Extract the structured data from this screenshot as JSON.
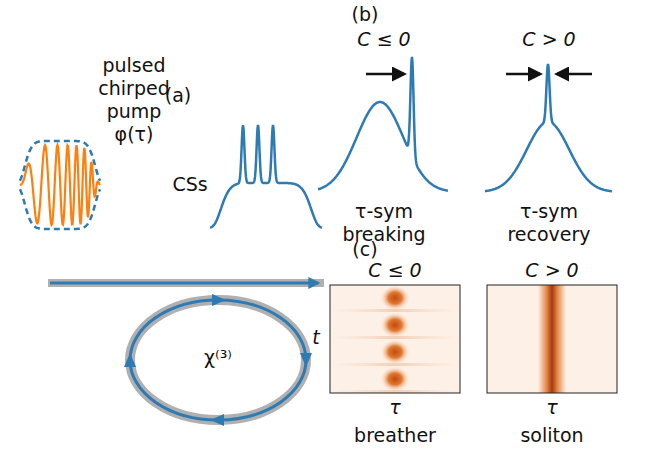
{
  "diagram": {
    "labels": [
      "(a)",
      "pulsed chirped pump φ(τ)",
      "CSs",
      "χ⁽³⁾",
      "(b)",
      "C ≤ 0",
      "C > 0",
      "τ-sym breaking",
      "τ-sym recovery",
      "(c)",
      "C ≤ 0",
      "C > 0",
      "t",
      "τ",
      "τ",
      "breather",
      "soliton"
    ]
  }
}
